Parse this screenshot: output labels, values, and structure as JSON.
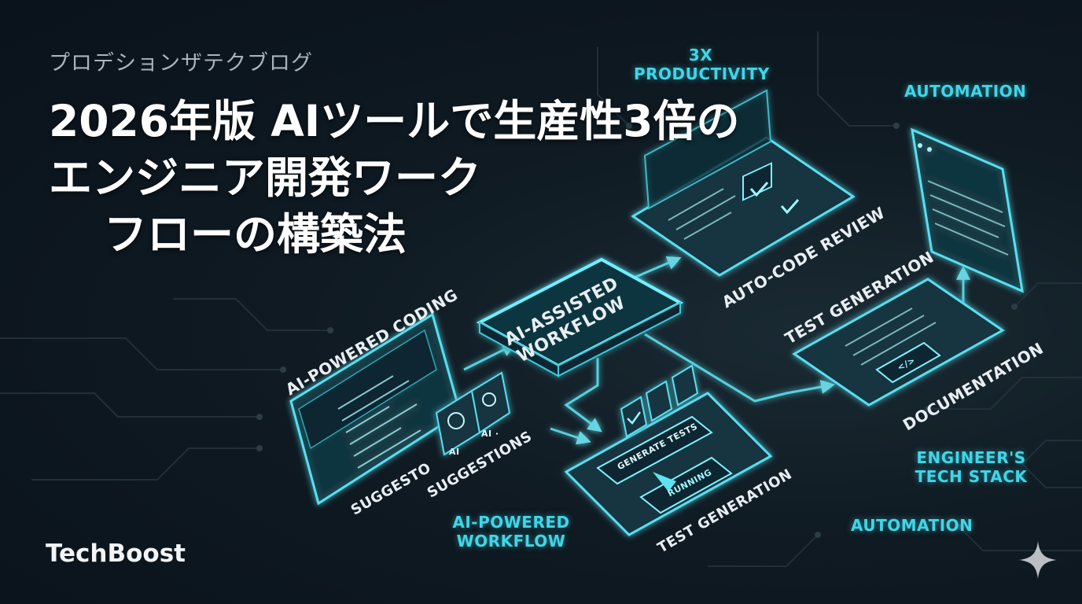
{
  "header": {
    "subtitle": "プロデションザテクブログ",
    "title_lines": [
      "2026年版 AIツールで生産性3倍の",
      "エンジニア開発ワーク",
      "フローの構築法"
    ]
  },
  "brand": {
    "name": "TechBoost",
    "sparkle_icon": "sparkle-icon"
  },
  "colors": {
    "accent": "#3fd6e8",
    "background": "#0f1a22",
    "title": "#ffffff",
    "subtitle": "#a9b3bd"
  },
  "diagram": {
    "hub": {
      "line1": "AI-ASSISTED",
      "line2": "WORKFLOW"
    },
    "labels": {
      "productivity_1": "3X",
      "productivity_2": "PRODUCTIVITY",
      "automation_top": "AUTOMATION",
      "auto_code_review": "AUTO-CODE REVIEW",
      "test_generation_right": "TEST GENERATION",
      "ai_powered_coding": "AI-POWERED CODING",
      "documentation": "DOCUMENTATION",
      "engineers_stack_1": "ENGINEER'S",
      "engineers_stack_2": "TECH STACK",
      "automation_bottom": "AUTOMATION",
      "suggesto": "SUGGESTO",
      "suggestions": "SUGGESTIONS",
      "ai_powered_workflow_1": "AI-POWERED",
      "ai_powered_workflow_2": "WORKFLOW",
      "test_generation_bottom": "TEST GENERATION"
    },
    "panels": {
      "generate_tests": "GENERATE TESTS",
      "running": "RUNNING",
      "ai_chip": "AI",
      "ai_chip_2": "AI ·",
      "code_tag": "</>"
    }
  }
}
